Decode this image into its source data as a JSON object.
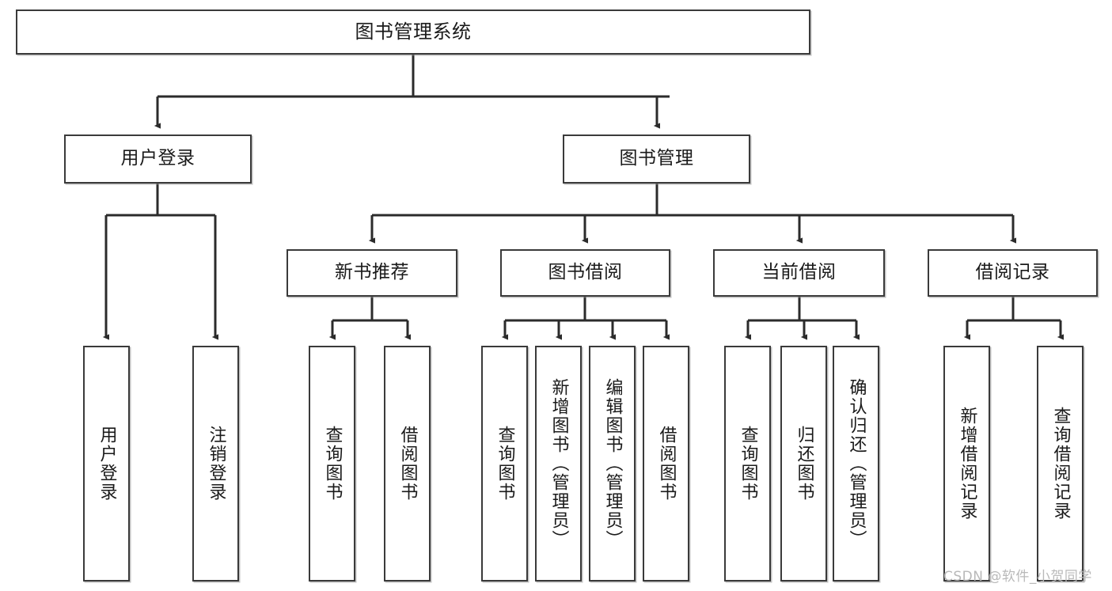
{
  "diagram": {
    "type": "tree",
    "title": "图书管理系统",
    "watermark": "CSDN @软件_小贺同学",
    "colors": {
      "box_border": "#3a3a3a",
      "box_fill": "#ffffff",
      "connector": "#2b2b2b",
      "text": "#1a1a1a",
      "watermark": "#b9b9b9",
      "background": "#ffffff"
    },
    "nodes": {
      "root": {
        "label": "图书管理系统"
      },
      "level1": [
        {
          "id": "user-login",
          "label": "用户登录"
        },
        {
          "id": "book-management",
          "label": "图书管理"
        }
      ],
      "level2": [
        {
          "id": "new-book-recommend",
          "label": "新书推荐",
          "parent": "book-management"
        },
        {
          "id": "book-borrow",
          "label": "图书借阅",
          "parent": "book-management"
        },
        {
          "id": "current-borrow",
          "label": "当前借阅",
          "parent": "book-management"
        },
        {
          "id": "borrow-record",
          "label": "借阅记录",
          "parent": "book-management"
        }
      ],
      "leaves": {
        "user-login": [
          {
            "id": "leaf-user-login",
            "label": "用户登录"
          },
          {
            "id": "leaf-user-logout",
            "label": "注销登录"
          }
        ],
        "new-book-recommend": [
          {
            "id": "leaf-query-book-1",
            "label": "查询图书"
          },
          {
            "id": "leaf-borrow-book-1",
            "label": "借阅图书"
          }
        ],
        "book-borrow": [
          {
            "id": "leaf-query-book-2",
            "label": "查询图书"
          },
          {
            "id": "leaf-add-book",
            "label": "新增图书（管理员）"
          },
          {
            "id": "leaf-edit-book",
            "label": "编辑图书（管理员）"
          },
          {
            "id": "leaf-borrow-book-2",
            "label": "借阅图书"
          }
        ],
        "current-borrow": [
          {
            "id": "leaf-query-book-3",
            "label": "查询图书"
          },
          {
            "id": "leaf-return-book",
            "label": "归还图书"
          },
          {
            "id": "leaf-confirm-return",
            "label": "确认归还（管理员）"
          }
        ],
        "borrow-record": [
          {
            "id": "leaf-add-record",
            "label": "新增借阅记录"
          },
          {
            "id": "leaf-query-record",
            "label": "查询借阅记录"
          }
        ]
      }
    }
  }
}
